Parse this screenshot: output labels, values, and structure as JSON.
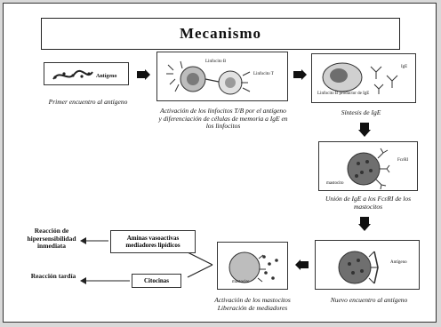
{
  "title": "Mecanismo",
  "panels": {
    "antigen": {
      "label": "Antígeno",
      "caption": "Primer encuentro al antígeno"
    },
    "activation": {
      "tag_left": "Linfocito B",
      "tag_right": "Linfocito T",
      "caption": "Activación de los linfocitos T/B por el antígeno y diferenciación de células de memoria a IgE en los linfocitos"
    },
    "production": {
      "tag": "Linfocito B productor de IgE",
      "ige": "IgE",
      "caption": "Síntesis de IgE"
    },
    "binding": {
      "tag": "mastocito",
      "receptor": "FcεRI",
      "caption": "Unión de IgE a los FcεRI de los mastocitos"
    },
    "reexposure": {
      "tag": "Antígeno",
      "caption": "Nuevo encuentro al antígeno"
    },
    "degranulation": {
      "tag": "mastocito",
      "caption": "Activación de los mastocitos Liberación de mediadores"
    }
  },
  "mediators": {
    "amines": "Aminas vasoactivas mediadores lipídicos",
    "cytokines": "Citocinas"
  },
  "outcomes": {
    "immediate": "Reacción de hipersensibilidad inmediata",
    "late": "Reacción tardía"
  }
}
